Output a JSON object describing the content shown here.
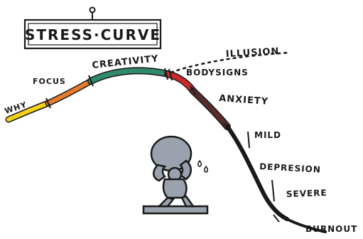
{
  "title": "STRESS·CURVE",
  "labels": {
    "why": "WHY",
    "focus": "FOCUS",
    "creativity": "CREATIVITY",
    "illusion": "ILLUSION",
    "bodysigns": "BODYSIGNS",
    "anxiety": "ANXIETY",
    "mild": "MILD",
    "depression": "DEPRESION",
    "severe": "SEVERE",
    "burnout": "BURNOUT"
  },
  "colors": {
    "why": "#f3d21a",
    "focus": "#e87a2c",
    "creativity": "#2f8a6a",
    "bodysigns": "#c92a2a",
    "anxiety": "#5a2b2b",
    "ink": "#1a1a1a",
    "figure": "#9aa3ad"
  }
}
